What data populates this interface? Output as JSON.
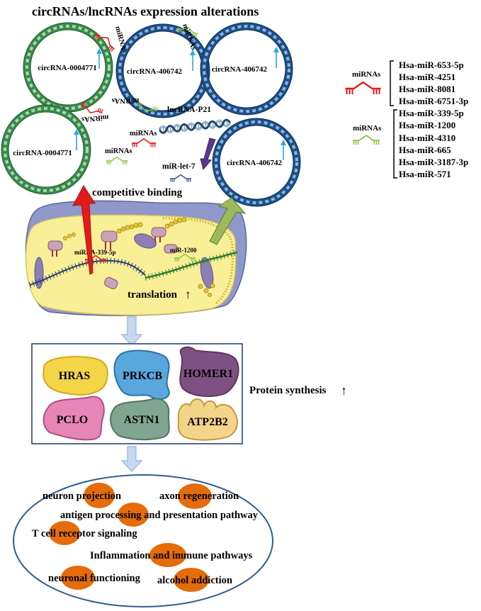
{
  "title": "circRNAs/lncRNAs expression alterations",
  "colors": {
    "circ_green": "#3a8a4c",
    "circ_green_light": "#a7d8b0",
    "circ_blue": "#1f4f86",
    "circ_blue_light": "#86b7e3",
    "mirna_red": "#e31b1b",
    "mirna_green": "#8cc63f",
    "mirna_blue": "#2f5597",
    "up_arrow": "#29a8e0",
    "cell_yellow": "#f8ef97",
    "membrane": "#8f97cb",
    "highlight_orange": "#e46c0a",
    "flow_arrow": "#c6d9f1",
    "frame_blue": "#2e5e8e"
  },
  "rnas": {
    "circ_top_left": "circRNA-0004771",
    "circ_top_mid": "circRNA-406742",
    "circ_top_right": "circRNA-406742",
    "circ_mid_left": "circRNA-0004771",
    "circ_mid_right": "circRNA-406742",
    "lncrna": "lncRNA-P21",
    "mirna_labels": [
      "miRNAs",
      "miRNAs",
      "miRNAs",
      "miRNAs",
      "miRNAs",
      "miRNAs"
    ],
    "mir_let7": "miR-let-7"
  },
  "competitive_binding": "competitive binding",
  "cell": {
    "mirna_339": "miRNA-339-5p",
    "mir_1200": "miR-1200",
    "translation": "translation",
    "translation_arrow": "↑"
  },
  "legend": {
    "red_group": {
      "label": "miRNAs",
      "items": [
        "Hsa-miR-653-5p",
        "Hsa-miR-4251",
        "Hsa-miR-8081",
        "Hsa-miR-6751-3p"
      ]
    },
    "green_group": {
      "label": "miRNAs",
      "items": [
        "Hsa-miR-339-5p",
        "Hsa-miR-1200",
        "Hsa-miR-4310",
        "Hsa-miR-665",
        "Hsa-miR-3187-3p",
        "Hsa-miR-571"
      ]
    }
  },
  "proteins": {
    "items": [
      "HRAS",
      "PRKCB",
      "HOMER1",
      "PCLO",
      "ASTN1",
      "ATP2B2"
    ],
    "synthesis_label": "Protein synthesis",
    "synthesis_arrow": "↑"
  },
  "pathways": [
    "neuron projection",
    "axon regeneration",
    "antigen processing and presentation pathway",
    "T cell receptor signaling",
    "Inflammation and immune pathways",
    "neuronal functioning",
    "alcohol addiction"
  ]
}
